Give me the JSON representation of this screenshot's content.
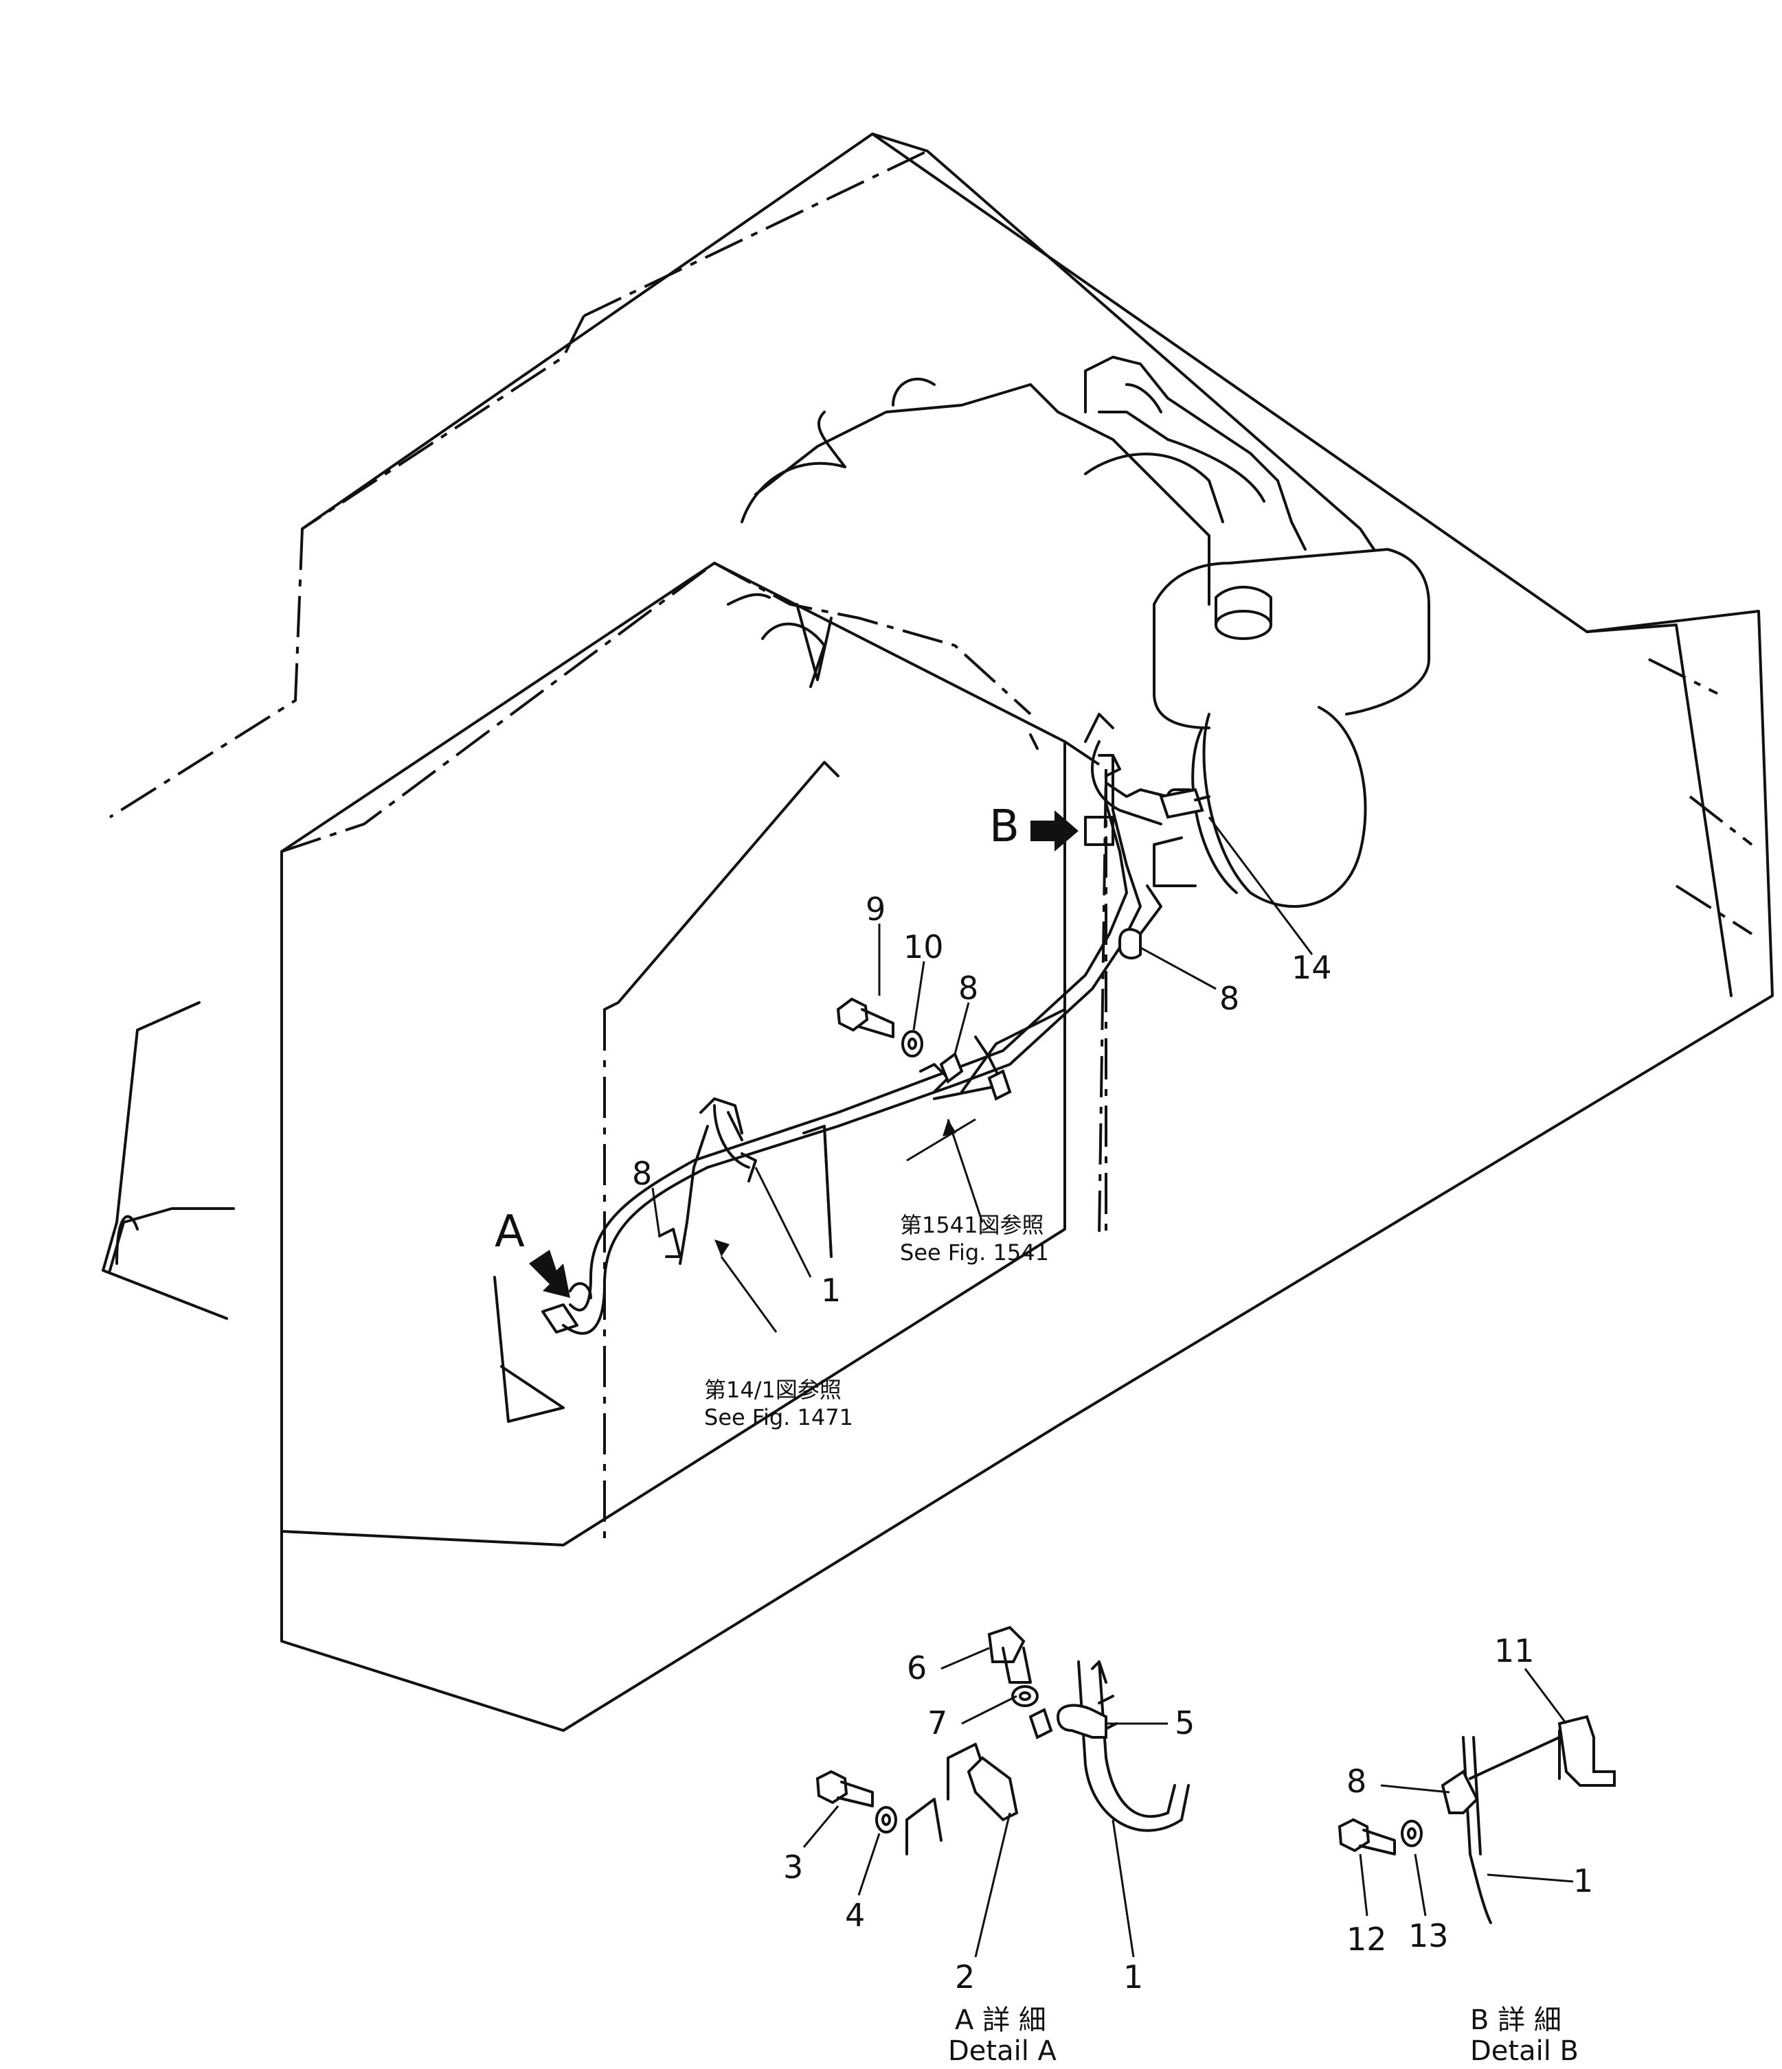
{
  "callouts": {
    "p9": "9",
    "p10": "10",
    "p8_top": "8",
    "p8_right": "8",
    "p14": "14",
    "p8_left": "8",
    "p1_main": "1",
    "pA": "A",
    "pB": "B",
    "p6": "6",
    "p7": "7",
    "p5": "5",
    "p3": "3",
    "p4": "4",
    "p2": "2",
    "p1_detailA": "1",
    "p11": "11",
    "p8_detailB": "8",
    "p1_detailB": "1",
    "p12": "12",
    "p13": "13"
  },
  "references": {
    "fig1541_jp": "第1541図参照",
    "fig1541_en": "See  Fig.  1541",
    "fig1471_jp": "第14/1図参照",
    "fig1471_en": "See  Fig.  1471"
  },
  "details": {
    "a_jp": "A 詳 細",
    "a_en": "Detail  A",
    "b_jp": "B 詳 細",
    "b_en": "Detail  B"
  }
}
